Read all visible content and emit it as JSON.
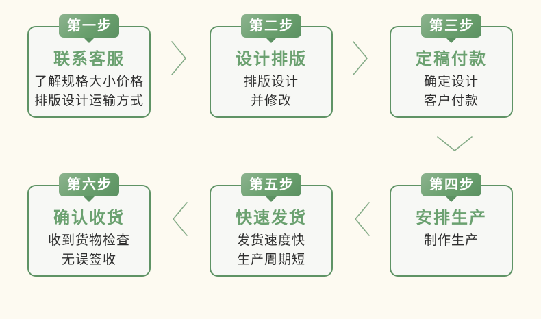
{
  "diagram": {
    "type": "process-flow",
    "flow": "top row left-to-right, down after step 3, bottom row right-to-left"
  },
  "colors": {
    "page_bg": "#fdfaf1",
    "card_bg": "#f7f8f5",
    "card_border": "#5f9365",
    "badge_gradient_top": "#8db38f",
    "badge_gradient_bottom": "#5c9162",
    "badge_text": "#ffffff",
    "title_text": "#6ba170",
    "body_text": "#2f2f2f",
    "arrow_stroke": "#84ab87"
  },
  "steps": [
    {
      "badge": "第一步",
      "title": "联系客服",
      "lines": [
        "了解规格大小价格",
        "排版设计运输方式"
      ]
    },
    {
      "badge": "第二步",
      "title": "设计排版",
      "lines": [
        "排版设计",
        "并修改"
      ]
    },
    {
      "badge": "第三步",
      "title": "定稿付款",
      "lines": [
        "确定设计",
        "客户付款"
      ]
    },
    {
      "badge": "第四步",
      "title": "安排生产",
      "lines": [
        "制作生产"
      ]
    },
    {
      "badge": "第五步",
      "title": "快速发货",
      "lines": [
        "发货速度快",
        "生产周期短"
      ]
    },
    {
      "badge": "第六步",
      "title": "确认收货",
      "lines": [
        "收到货物检查",
        "无误签收"
      ]
    }
  ],
  "arrows": [
    {
      "id": "arrow-step1-step2",
      "direction": "right"
    },
    {
      "id": "arrow-step2-step3",
      "direction": "right"
    },
    {
      "id": "arrow-step3-step4",
      "direction": "down"
    },
    {
      "id": "arrow-step4-step5",
      "direction": "left"
    },
    {
      "id": "arrow-step5-step6",
      "direction": "left"
    }
  ]
}
